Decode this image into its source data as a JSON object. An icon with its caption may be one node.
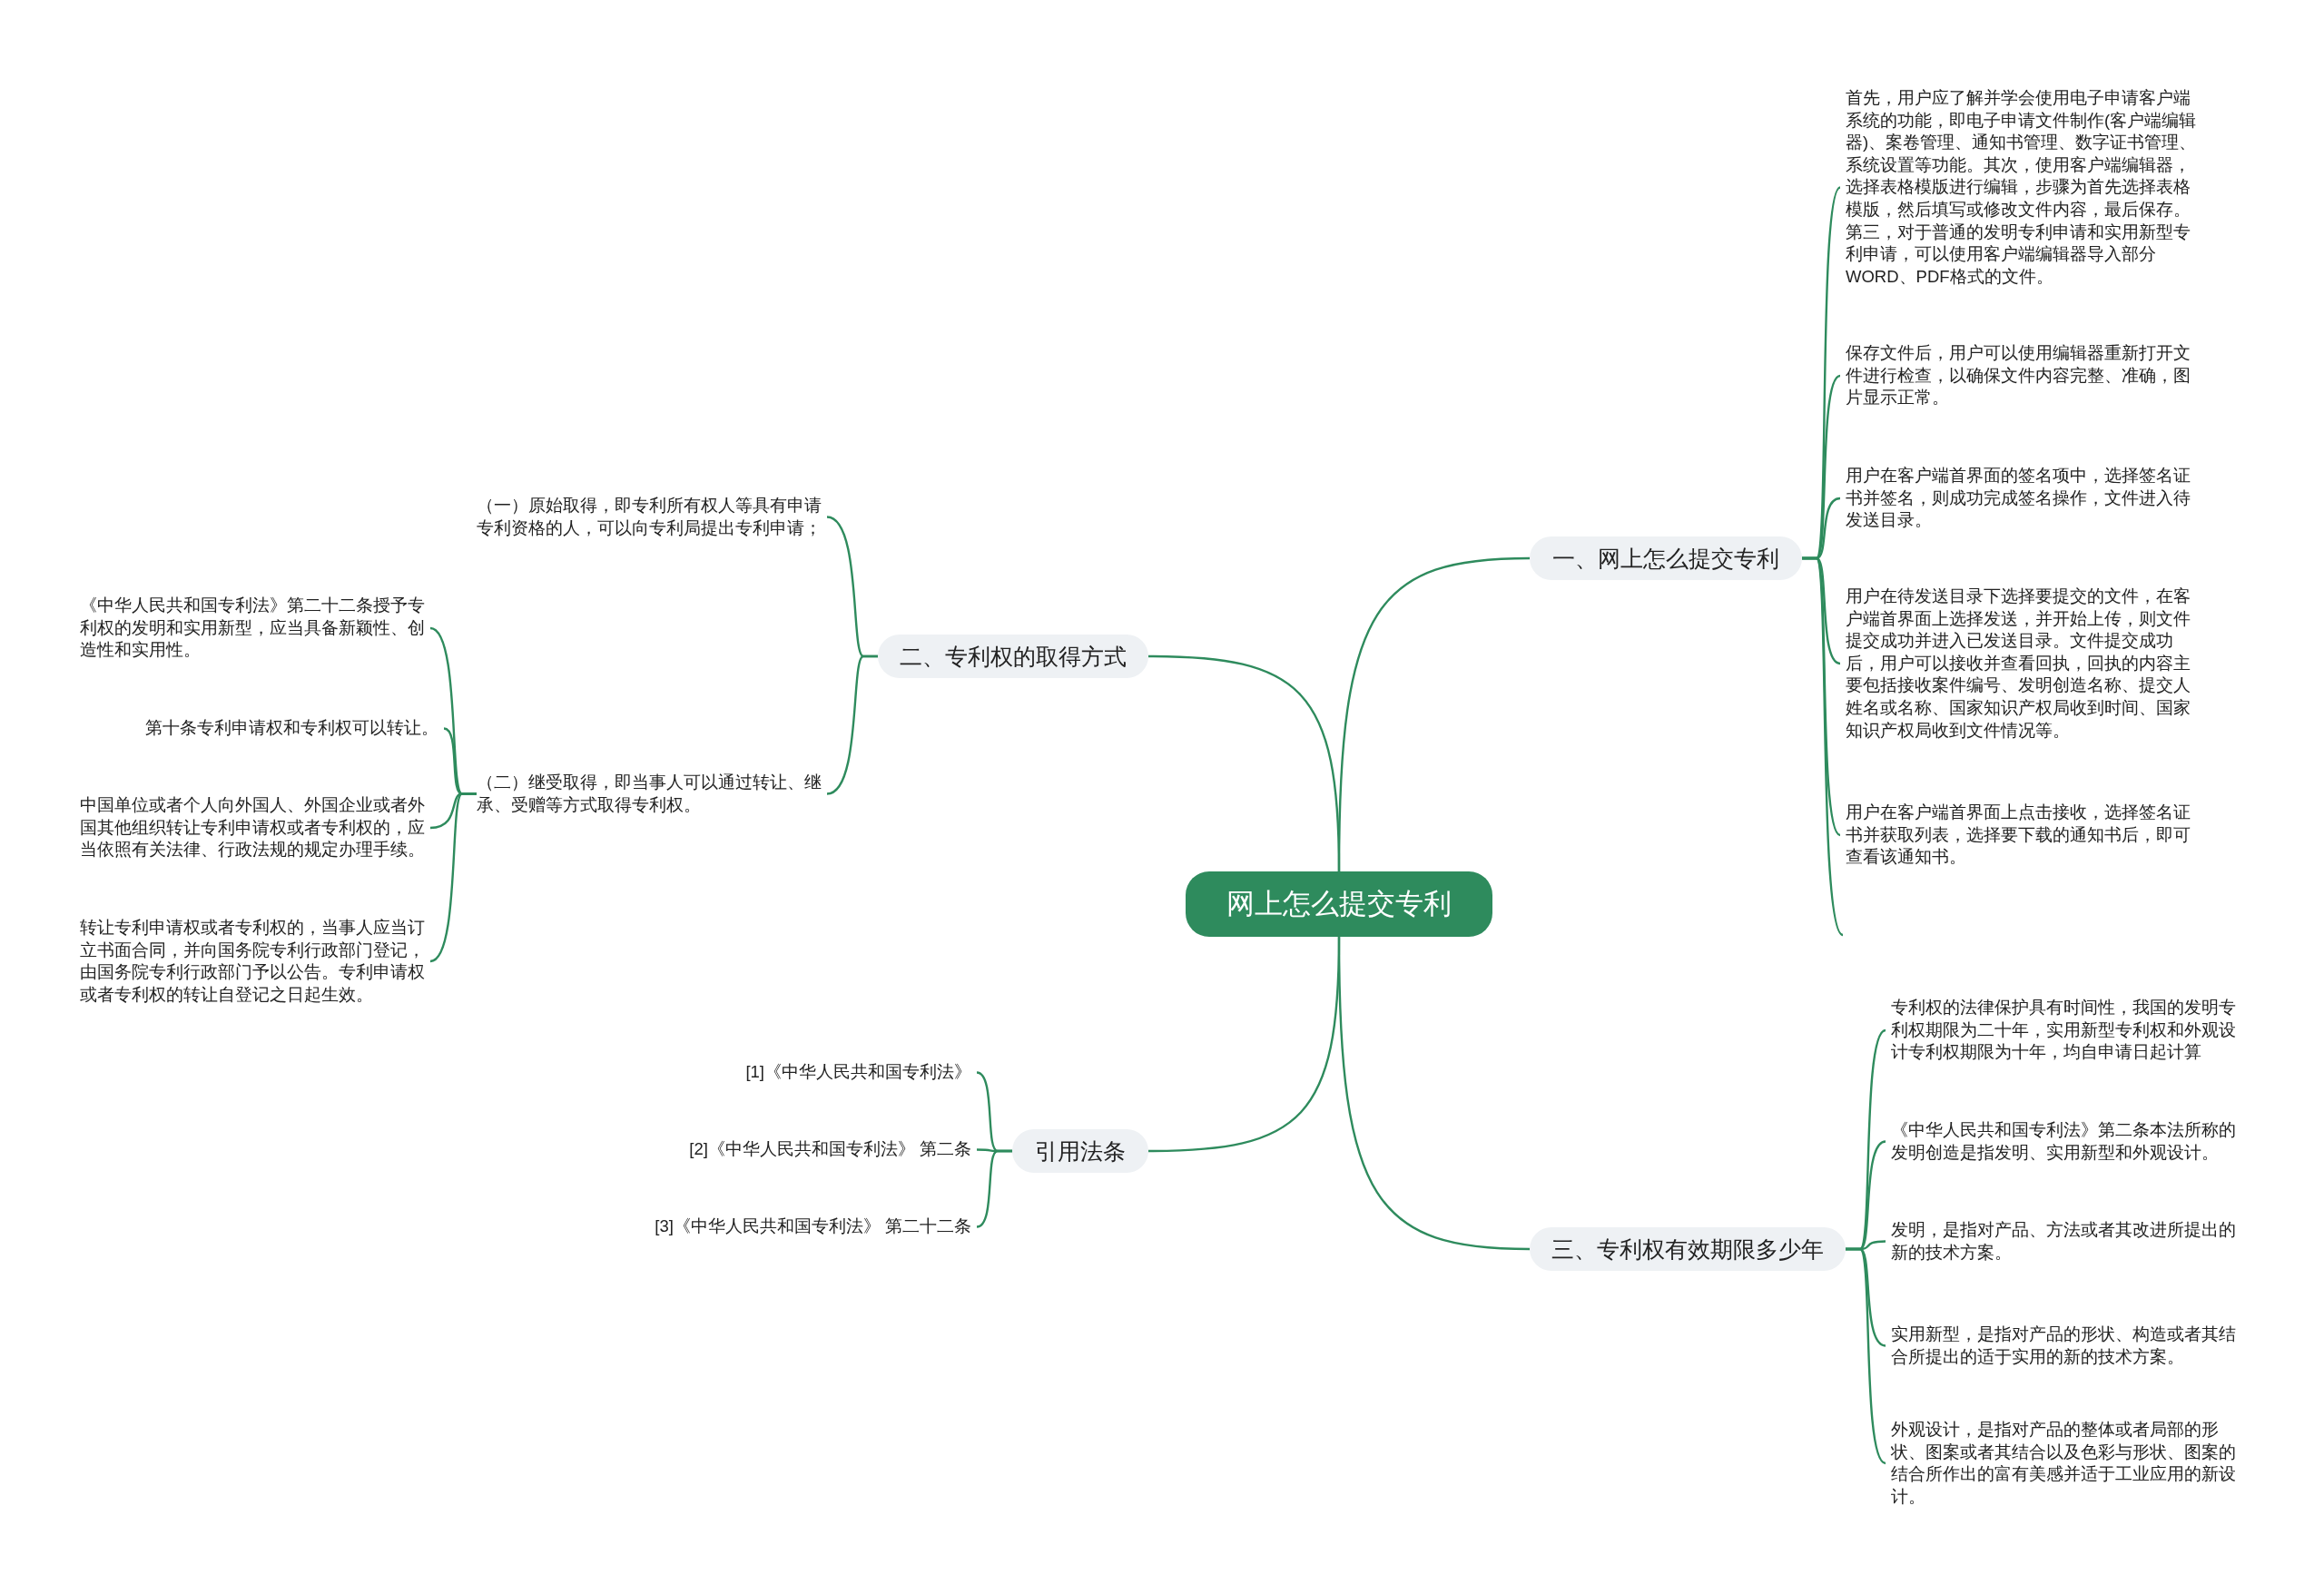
{
  "diagram": {
    "nodes": [
      {
        "text": [
          "网上怎么提交专利"
        ]
      },
      {
        "text": [
          "一、网上怎么提交专利"
        ]
      },
      {
        "text": [
          "首先，用户应了解并学会使用电子申请客户端系统的功能，即电子申请文件制作(客户端编辑器)、案卷管理、通知书管理、数字证书管理、系统设置等功能。其次，使用客户端编辑器，选择表格模版进行编辑，步骤为首先选择表格模版，然后填写或修改文件内容，最后保存。第三，对于普通的发明专利申请和实用新型专利申请，可以使用客户端编辑器导入部分WORD、PDF格式的文件。"
        ]
      },
      {
        "text": [
          "保存文件后，用户可以使用编辑器重新打开文件进行检查，以确保文件内容完整、准确，图片显示正常。"
        ]
      },
      {
        "text": [
          "用户在客户端首界面的签名项中，选择签名证书并签名，则成功完成签名操作，文件进入待发送目录。"
        ]
      },
      {
        "text": [
          "用户在待发送目录下选择要提交的文件，在客户端首界面上选择发送，并开始上传，则文件提交成功并进入已发送目录。文件提交成功后，用户可以接收并查看回执，回执的内容主要包括接收案件编号、发明创造名称、提交人姓名或名称、国家知识产权局收到时间、国家知识产权局收到文件情况等。"
        ]
      },
      {
        "text": [
          "用户在客户端首界面上点击接收，选择签名证书并获取列表，选择要下载的通知书后，即可查看该通知书。"
        ]
      },
      {
        "text": [
          "二、专利权的取得方式"
        ]
      },
      {
        "text": [
          "（一）原始取得，即专利所有权人等具有申请专利资格的人，可以向专利局提出专利申请；"
        ]
      },
      {
        "text": [
          "（二）继受取得，即当事人可以通过转让、继承、受赠等方式取得专利权。"
        ]
      },
      {
        "text": [
          "《中华人民共和国专利法》第二十二条授予专利权的发明和实用新型，应当具备新颖性、创造性和实用性。"
        ]
      },
      {
        "text": [
          "第十条专利申请权和专利权可以转让。"
        ]
      },
      {
        "text": [
          "中国单位或者个人向外国人、外国企业或者外国其他组织转让专利申请权或者专利权的，应当依照有关法律、行政法规的规定办理手续。"
        ]
      },
      {
        "text": [
          "转让专利申请权或者专利权的，当事人应当订立书面合同，并向国务院专利行政部门登记，由国务院专利行政部门予以公告。专利申请权或者专利权的转让自登记之日起生效。"
        ]
      },
      {
        "text": [
          "三、专利权有效期限多少年"
        ]
      },
      {
        "text": [
          "专利权的法律保护具有时间性，我国的发明专利权期限为二十年，实用新型专利权和外观设计专利权期限为十年，均自申请日起计算"
        ]
      },
      {
        "text": [
          "《中华人民共和国专利法》第二条本法所称的发明创造是指发明、实用新型和外观设计。"
        ]
      },
      {
        "text": [
          "发明，是指对产品、方法或者其改进所提出的新的技术方案。"
        ]
      },
      {
        "text": [
          "实用新型，是指对产品的形状、构造或者其结合所提出的适于实用的新的技术方案。"
        ]
      },
      {
        "text": [
          "外观设计，是指对产品的整体或者局部的形状、图案或者其结合以及色彩与形状、图案的结合所作出的富有美感并适于工业应用的新设计。"
        ]
      },
      {
        "text": [
          "引用法条"
        ]
      },
      {
        "text": [
          "[1]《中华人民共和国专利法》"
        ]
      },
      {
        "text": [
          "[2]《中华人民共和国专利法》 第二条"
        ]
      },
      {
        "text": [
          "[3]《中华人民共和国专利法》 第二十二条"
        ]
      }
    ],
    "edges": [
      {
        "from": 0,
        "to": 1,
        "arrow": "none"
      },
      {
        "from": 1,
        "to": 2,
        "arrow": "none"
      },
      {
        "from": 1,
        "to": 3,
        "arrow": "none"
      },
      {
        "from": 1,
        "to": 4,
        "arrow": "none"
      },
      {
        "from": 1,
        "to": 5,
        "arrow": "none"
      },
      {
        "from": 1,
        "to": 6,
        "arrow": "none"
      },
      {
        "from": 1,
        "to": null,
        "arrow": "none"
      },
      {
        "from": 0,
        "to": 7,
        "arrow": "none"
      },
      {
        "from": 7,
        "to": 8,
        "arrow": "none"
      },
      {
        "from": 7,
        "to": 9,
        "arrow": "none"
      },
      {
        "from": 9,
        "to": 10,
        "arrow": "none"
      },
      {
        "from": 9,
        "to": 11,
        "arrow": "none"
      },
      {
        "from": 9,
        "to": 12,
        "arrow": "none"
      },
      {
        "from": 9,
        "to": 13,
        "arrow": "none"
      },
      {
        "from": 0,
        "to": 14,
        "arrow": "none"
      },
      {
        "from": 14,
        "to": 15,
        "arrow": "none"
      },
      {
        "from": 14,
        "to": 16,
        "arrow": "none"
      },
      {
        "from": 14,
        "to": 17,
        "arrow": "none"
      },
      {
        "from": 14,
        "to": 18,
        "arrow": "none"
      },
      {
        "from": 14,
        "to": 19,
        "arrow": "none"
      },
      {
        "from": 0,
        "to": 20,
        "arrow": "none"
      },
      {
        "from": 20,
        "to": 21,
        "arrow": "none"
      },
      {
        "from": 20,
        "to": 22,
        "arrow": "none"
      },
      {
        "from": 20,
        "to": 23,
        "arrow": "none"
      }
    ]
  }
}
